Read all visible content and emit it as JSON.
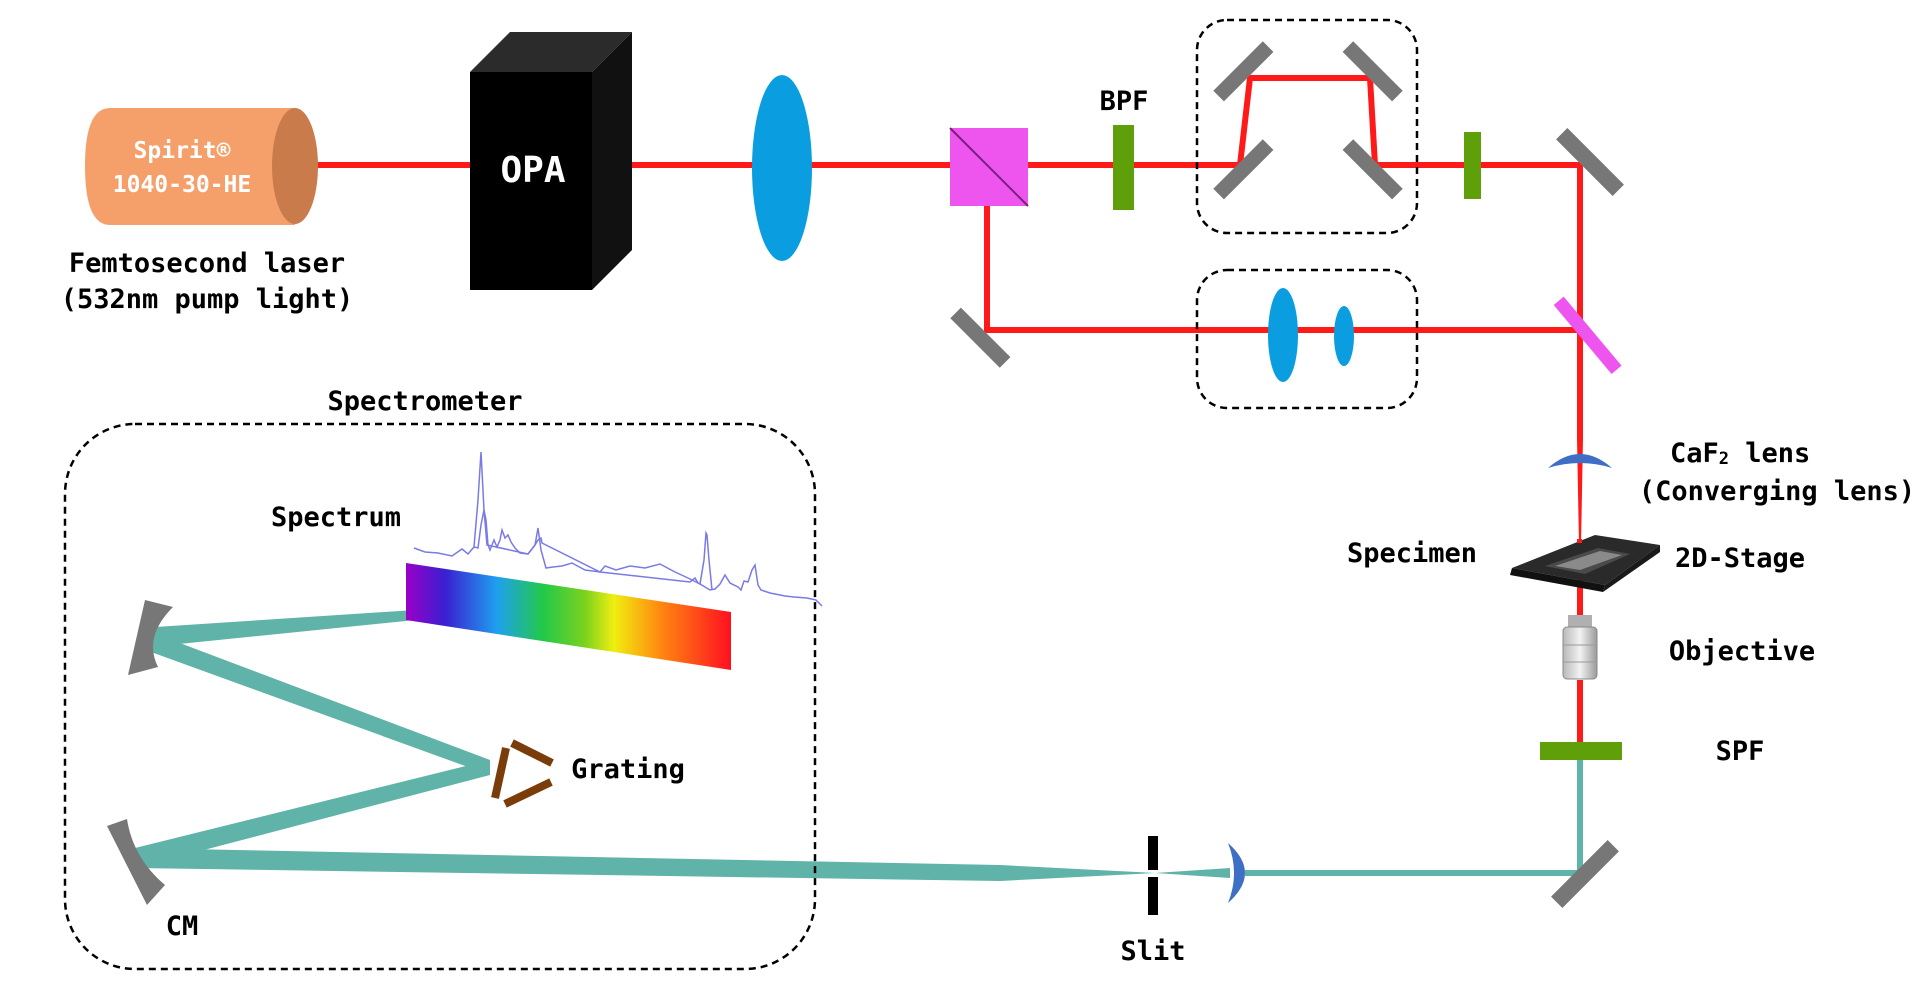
{
  "colors": {
    "beam_red": "#ff1a1a",
    "beam_teal": "#5fb3a8",
    "mirror_gray": "#777777",
    "lens_blue": "#0a9ee0",
    "filter_green": "#5fa00a",
    "splitter_magenta": "#ee55ee",
    "grating_brown": "#7a3d0a",
    "laser_orange": "#f5a06a",
    "laser_end": "#c97b4b"
  },
  "labels": {
    "laser_line1": "Spirit®",
    "laser_line2": "1040-30-HE",
    "laser_desc1": "Femtosecond laser",
    "laser_desc2": "(532nm pump light)",
    "opa": "OPA",
    "bpf": "BPF",
    "spectrometer": "Spectrometer",
    "spectrum": "Spectrum",
    "grating": "Grating",
    "cm": "CM",
    "slit": "Slit",
    "caf2_lens_1": "CaF",
    "caf2_sub": "2",
    "caf2_lens_2": " lens",
    "converging": "(Converging lens)",
    "specimen": "Specimen",
    "stage": "2D-Stage",
    "objective": "Objective",
    "spf": "SPF"
  }
}
